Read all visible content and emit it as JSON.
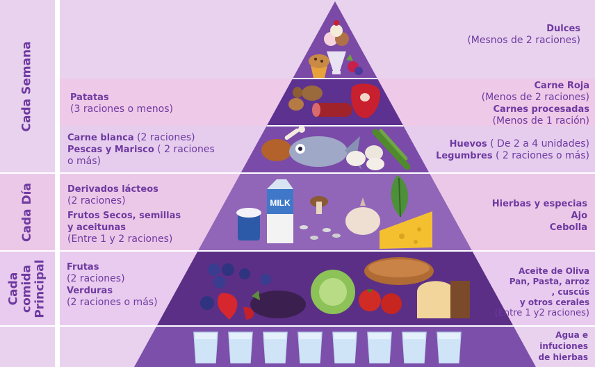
{
  "sidebar_labels": {
    "week": "Cada Semana",
    "day": "Cada Día",
    "meal_line1": "Cada",
    "meal_line2": "comida",
    "meal_line3": "Principal"
  },
  "tier_sweets": {
    "right_title": "Dulces",
    "right_sub": "(Mesnos de 2 raciones)"
  },
  "tier_meat": {
    "left_title": "Patatas",
    "left_sub": "(3 raciones o menos)",
    "right_title1": "Carne Roja",
    "right_sub1": "(Menos de 2 raciones)",
    "right_title2": "Carnes procesadas",
    "right_sub2": "(Menos de 1 ración)"
  },
  "tier_protein": {
    "left_title1": "Carne blanca",
    "left_sub1": " (2 raciones)",
    "left_title2": "Pescas y Marisco",
    "left_sub2a": " ( 2 raciones",
    "left_sub2b": "o más)",
    "right_title1": "Huevos",
    "right_sub1": " ( De 2 a 4 unidades)",
    "right_title2": "Legumbres",
    "right_sub2": " ( 2 raciones o más)"
  },
  "tier_dairy": {
    "left_title1": "Derivados lácteos",
    "left_sub1": "(2 raciones)",
    "left_title2a": "Frutos Secos, semillas",
    "left_title2b": "y aceitunas",
    "left_sub2": "(Entre 1 y 2 raciones)",
    "right_line1": "Hierbas y especias",
    "right_line2": "Ajo",
    "right_line3": "Cebolla",
    "milk_label": "MILK"
  },
  "tier_produce": {
    "left_title1": "Frutas",
    "left_sub1": "(2 raciones)",
    "left_title2": "Verduras",
    "left_sub2": "(2 raciones o más)",
    "right_line1": "Aceite de Oliva",
    "right_line2": "Pan, Pasta, arroz",
    "right_line3": ", cuscús",
    "right_line4": "y otros cerales",
    "right_sub": "(Entre 1 y2 raciones)"
  },
  "tier_water": {
    "right_line1": "Agua e",
    "right_line2": "infuciones",
    "right_line3": "de hierbas"
  },
  "colors": {
    "accent_text": "#6e3aa0",
    "band_light": "#e5cdea",
    "band_pink": "#edc6e6",
    "pyramid_dark": "#5b2f86",
    "pyramid_mid": "#7a4aa6"
  }
}
